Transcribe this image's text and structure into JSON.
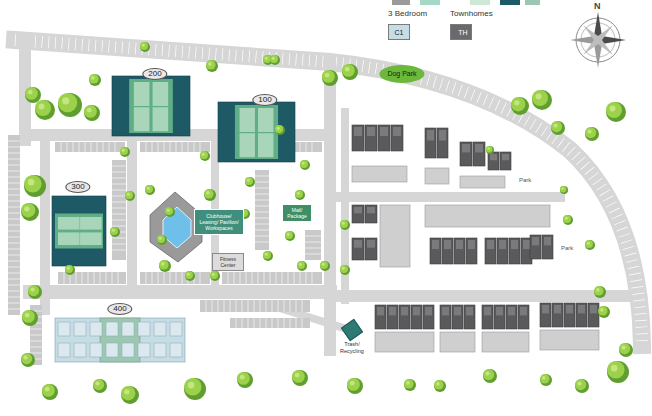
{
  "diagram": {
    "nodes": [
      {
        "text": [
          "200"
        ]
      },
      {
        "text": [
          "100"
        ]
      },
      {
        "text": [
          "300"
        ]
      },
      {
        "text": [
          "400"
        ]
      },
      {
        "text": [
          "Dog Park"
        ]
      },
      {
        "text": [
          "Clubhouse/ Leasing/ Pavilion/ Workspaces"
        ]
      },
      {
        "text": [
          "Fitness Center"
        ]
      },
      {
        "text": [
          "Mail/ Package"
        ]
      },
      {
        "text": [
          "Trash/ Recycling"
        ]
      }
    ],
    "labels": [
      "N",
      "Park",
      "Park",
      "C1",
      "TH"
    ],
    "legend": [
      {
        "text": "3 Bedroom",
        "color": "#c7dde6"
      },
      {
        "text": "Townhomes",
        "color": "#6a6a6c"
      }
    ]
  }
}
